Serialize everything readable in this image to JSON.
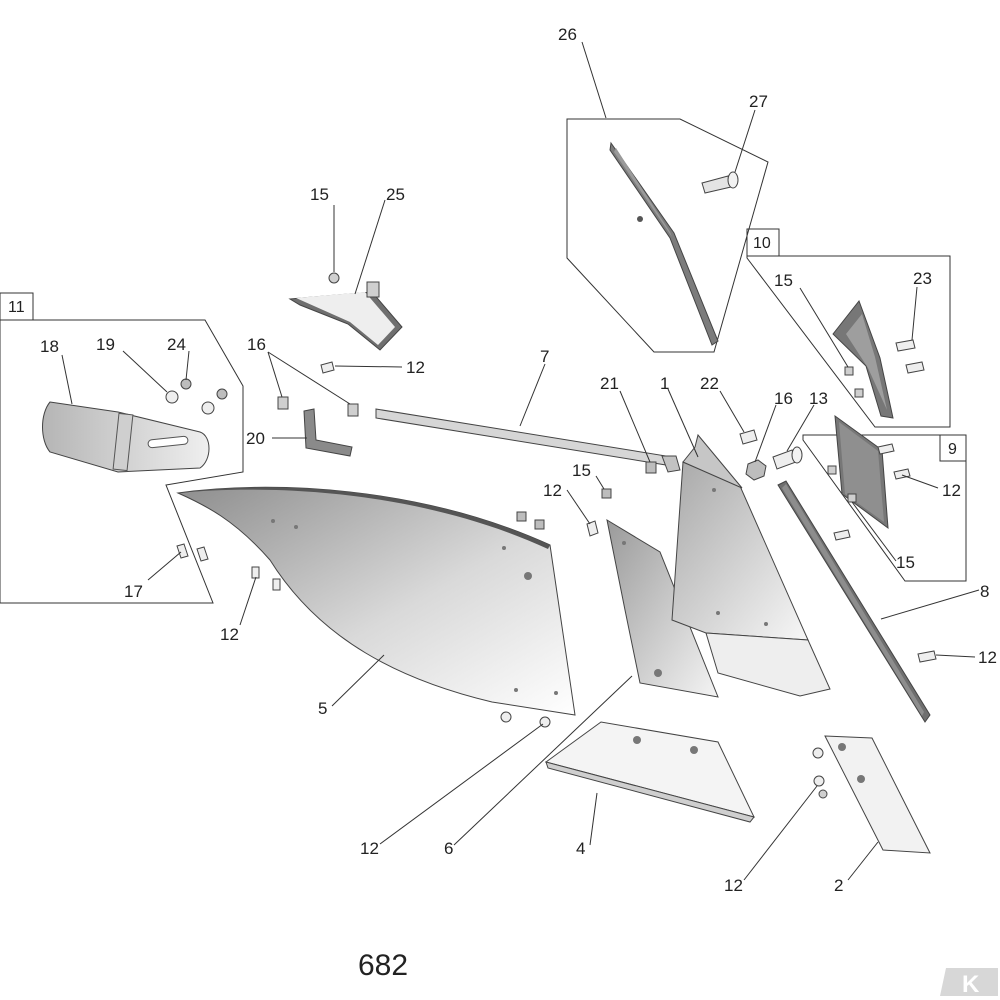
{
  "colors": {
    "part_light": "#eeeeee",
    "part_mid": "#cfcfcf",
    "part_dark": "#7a7a7a",
    "line": "#333333",
    "brand": "#d7d7d7"
  },
  "page_number": "682",
  "groups": [
    "11",
    "10",
    "9"
  ],
  "callouts": {
    "c26": "26",
    "c27": "27",
    "c15a": "15",
    "c25": "25",
    "c10": "10",
    "c15b": "15",
    "c23": "23",
    "c11": "11",
    "c18": "18",
    "c19": "19",
    "c24": "24",
    "c16a": "16",
    "c12a": "12",
    "c7": "7",
    "c21": "21",
    "c1": "1",
    "c22": "22",
    "c16b": "16",
    "c13": "13",
    "c9": "9",
    "c20": "20",
    "c15c": "15",
    "c12b": "12",
    "c12c": "12",
    "c15d": "15",
    "c17": "17",
    "c12d": "12",
    "c8": "8",
    "c12e": "12",
    "c5": "5",
    "c12f": "12",
    "c6": "6",
    "c4": "4",
    "c12g": "12",
    "c2": "2"
  },
  "logo": "K"
}
